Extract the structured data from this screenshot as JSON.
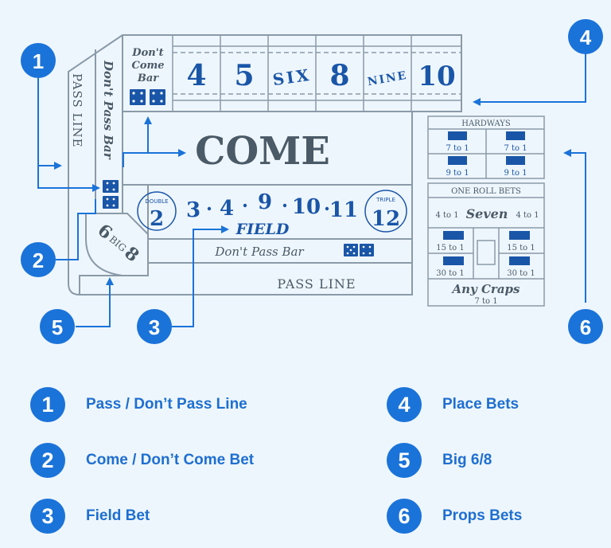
{
  "table": {
    "pass_line_left": "PASS LINE",
    "dont_pass_bar_left": "Don't Pass Bar",
    "dont_come_bar": [
      "Don't",
      "Come",
      "Bar"
    ],
    "place_numbers": [
      "4",
      "5",
      "SIX",
      "8",
      "NINE",
      "10"
    ],
    "come": "COME",
    "field": {
      "numbers": [
        "3",
        "4",
        "9",
        "10",
        "11"
      ],
      "double": {
        "label": "DOUBLE",
        "value": "2"
      },
      "triple": {
        "label": "TRIPLE",
        "value": "12"
      },
      "label": "FIELD"
    },
    "dont_pass_bar_bottom": "Don't Pass Bar",
    "pass_line_bottom": "PASS LINE",
    "big": {
      "word": "BIG",
      "six": "6",
      "eight": "8"
    }
  },
  "props": {
    "hardways": {
      "title": "HARDWAYS",
      "cells": [
        "7 to 1",
        "7 to 1",
        "9 to 1",
        "9 to 1"
      ]
    },
    "one_roll": {
      "title": "ONE ROLL BETS",
      "seven_left": "4 to 1",
      "seven": "Seven",
      "seven_right": "4 to 1",
      "cells": [
        "15 to 1",
        "15 to 1",
        "30 to 1",
        "30 to 1"
      ],
      "any_craps": "Any Craps",
      "any_craps_odds": "7 to 1"
    }
  },
  "callouts": [
    "1",
    "2",
    "3",
    "4",
    "5",
    "6"
  ],
  "legend": [
    {
      "num": "1",
      "label": "Pass / Don’t Pass Line"
    },
    {
      "num": "4",
      "label": "Place Bets"
    },
    {
      "num": "2",
      "label": "Come / Don’t Come Bet"
    },
    {
      "num": "5",
      "label": "Big 6/8"
    },
    {
      "num": "3",
      "label": "Field Bet"
    },
    {
      "num": "6",
      "label": "Props Bets"
    }
  ],
  "colors": {
    "accent": "#1a73d9",
    "line": "#8a9aa8",
    "text_dark": "#4a5a66",
    "text_blue": "#1a56a8",
    "bg": "#eef6fd"
  }
}
